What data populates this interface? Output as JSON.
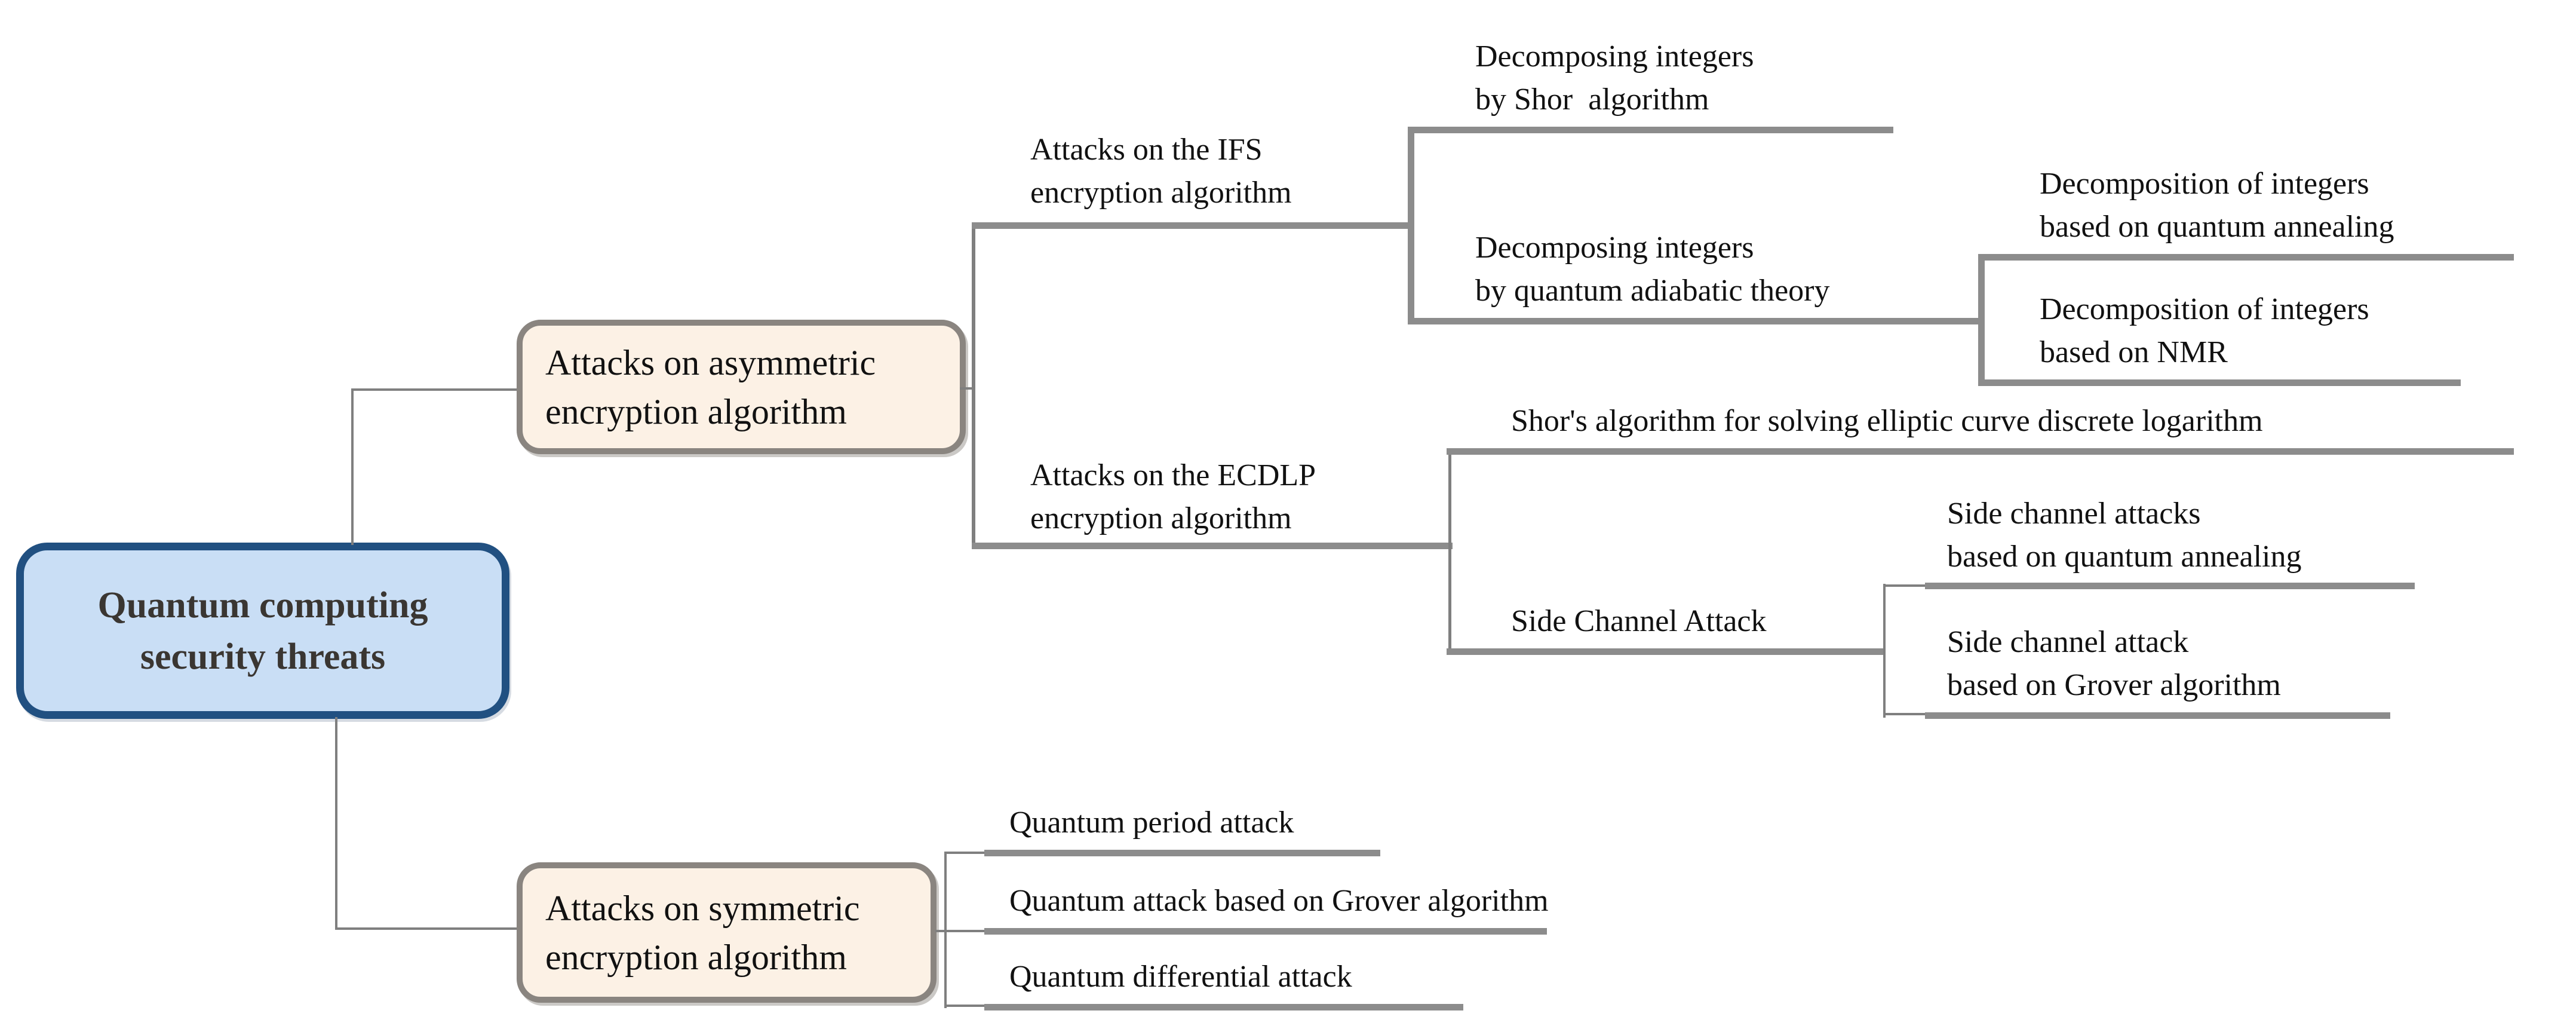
{
  "colors": {
    "root_fill": "#c9def5",
    "root_border": "#215081",
    "branch_fill": "#fcf1e5",
    "branch_border": "#8a8580",
    "connector_thick": "#8c8c8c",
    "connector_thin": "#7f7f7f",
    "text": "#111111",
    "root_text": "#3a3632"
  },
  "tree": {
    "root": {
      "label": "Quantum computing\nsecurity threats"
    },
    "asymmetric": {
      "label": "Attacks on asymmetric\nencryption algorithm",
      "children": {
        "ifs": {
          "label": "Attacks on the IFS\nencryption algorithm",
          "children": {
            "shor": {
              "label": "Decomposing integers\nby Shor  algorithm"
            },
            "adiabatic": {
              "label": "Decomposing integers\nby quantum adiabatic theory",
              "children": {
                "annealing": {
                  "label": "Decomposition of integers\nbased on quantum annealing"
                },
                "nmr": {
                  "label": "Decomposition of integers\nbased on NMR"
                }
              }
            }
          }
        },
        "ecdlp": {
          "label": "Attacks on the ECDLP\nencryption algorithm",
          "children": {
            "shor_elliptic": {
              "label": "Shor's algorithm for solving elliptic curve discrete logarithm"
            },
            "side_channel": {
              "label": "Side Channel Attack",
              "children": {
                "sc_annealing": {
                  "label": "Side channel attacks\nbased on quantum annealing"
                },
                "sc_grover": {
                  "label": "Side channel attack\nbased on Grover algorithm"
                }
              }
            }
          }
        }
      }
    },
    "symmetric": {
      "label": "Attacks on symmetric\nencryption algorithm",
      "children": {
        "period": {
          "label": "Quantum period attack"
        },
        "grover": {
          "label": "Quantum attack based on Grover algorithm"
        },
        "differential": {
          "label": "Quantum differential attack"
        }
      }
    }
  }
}
